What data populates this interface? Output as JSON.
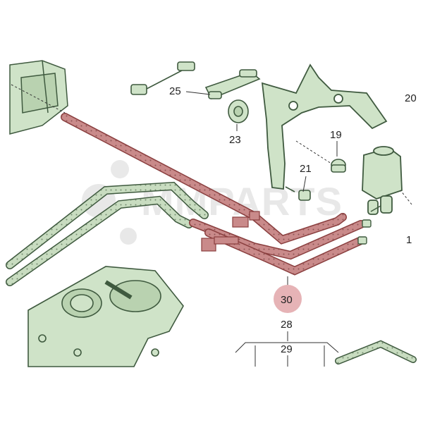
{
  "diagram": {
    "watermark": "MMPARTS",
    "colors": {
      "part_fill": "#cfe3c8",
      "part_stroke": "#3f5a3f",
      "hose_red": "#c98a8a",
      "hose_red_dark": "#8a3f3f",
      "hose_green": "#c8dcc0",
      "highlight_circle": "#e6b3b6",
      "bg": "#ffffff"
    },
    "labels": {
      "p19": "19",
      "p20": "20",
      "p21": "21",
      "p23": "23",
      "p25": "25",
      "p28": "28",
      "p29": "29",
      "p30": "30",
      "p1": "1"
    },
    "highlighted_part": "30"
  }
}
